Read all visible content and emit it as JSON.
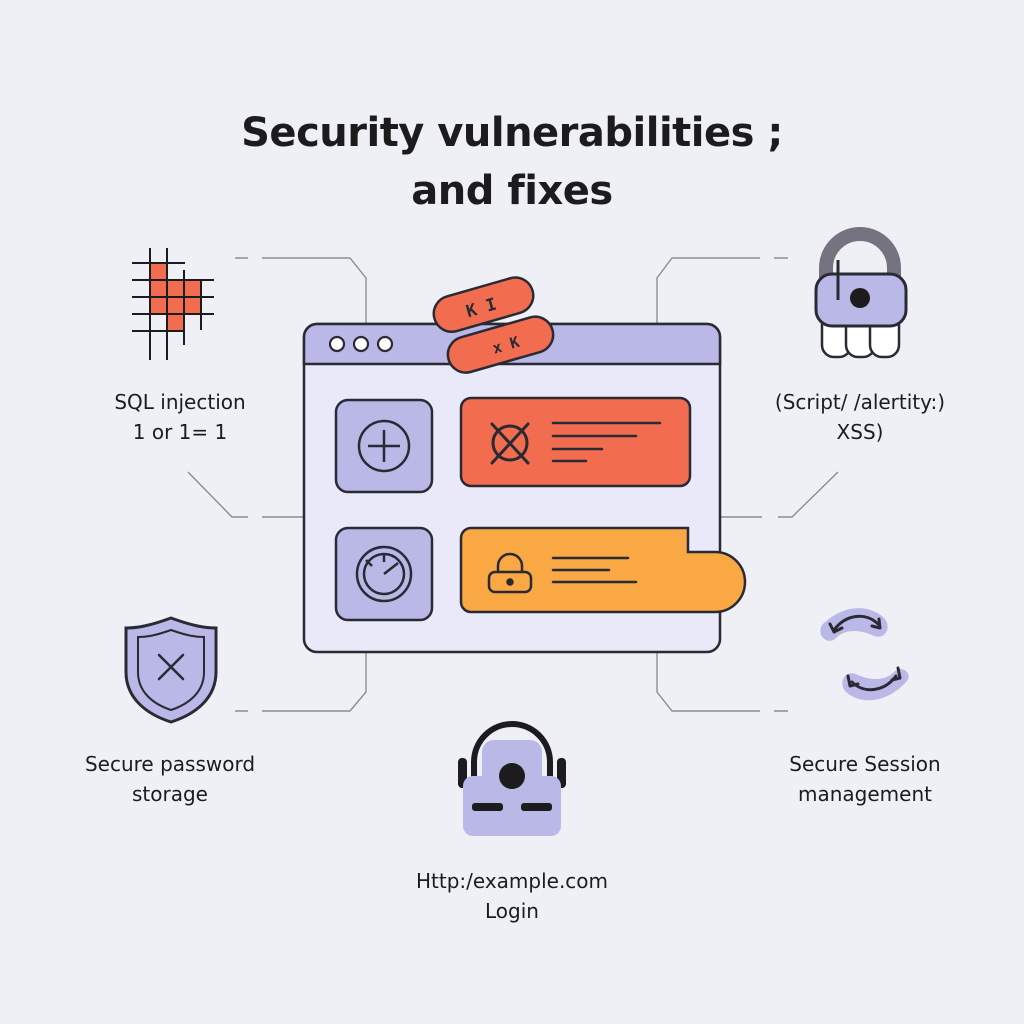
{
  "title": {
    "line1": "Security vulnerabilities ;",
    "line2": "and fixes"
  },
  "labels": {
    "sql": {
      "line1": "SQL injection",
      "line2": "1 or 1= 1"
    },
    "xss": {
      "line1": "(Script/ /alertity:)",
      "line2": "XSS)"
    },
    "password": {
      "line1": "Secure password",
      "line2": "storage"
    },
    "session": {
      "line1": "Secure Session",
      "line2": "management"
    },
    "login": {
      "line1": "Http:/example.com",
      "line2": "Login"
    }
  },
  "patch": {
    "text1": "K I",
    "text2": "x K"
  },
  "colors": {
    "background": "#eef0f5",
    "lavender": "#b9b8e6",
    "lavender_dark": "#a7a5dd",
    "window_body": "#e9e9f9",
    "coral": "#f26d4f",
    "orange": "#f9a844",
    "outline": "#2a2a35"
  },
  "icons": {
    "sql": "grid-icon",
    "xss": "padlock-icon",
    "password": "shield-x-icon",
    "session": "refresh-arrows-icon",
    "login": "user-lock-icon",
    "card1": "plus-icon",
    "card2": "gauge-icon",
    "bar1": "x-icon",
    "bar2": "lock-icon"
  }
}
